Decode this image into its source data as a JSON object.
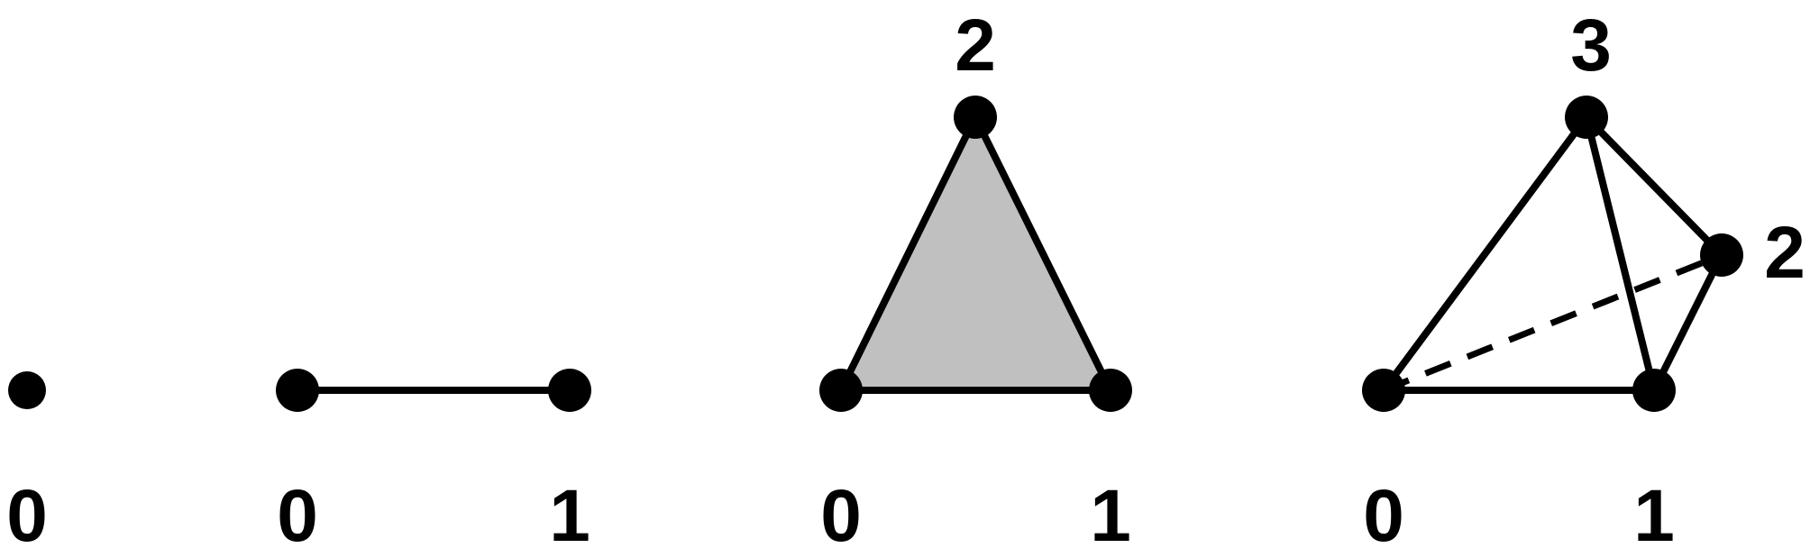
{
  "colors": {
    "stroke": "#000000",
    "fill_triangle": "#c0c0c0",
    "background": "#ffffff"
  },
  "simplices": [
    {
      "dimension": 0,
      "vertex_labels": [
        "0"
      ]
    },
    {
      "dimension": 1,
      "vertex_labels": [
        "0",
        "1"
      ]
    },
    {
      "dimension": 2,
      "vertex_labels": [
        "0",
        "1",
        "2"
      ]
    },
    {
      "dimension": 3,
      "vertex_labels": [
        "0",
        "1",
        "2",
        "3"
      ]
    }
  ]
}
